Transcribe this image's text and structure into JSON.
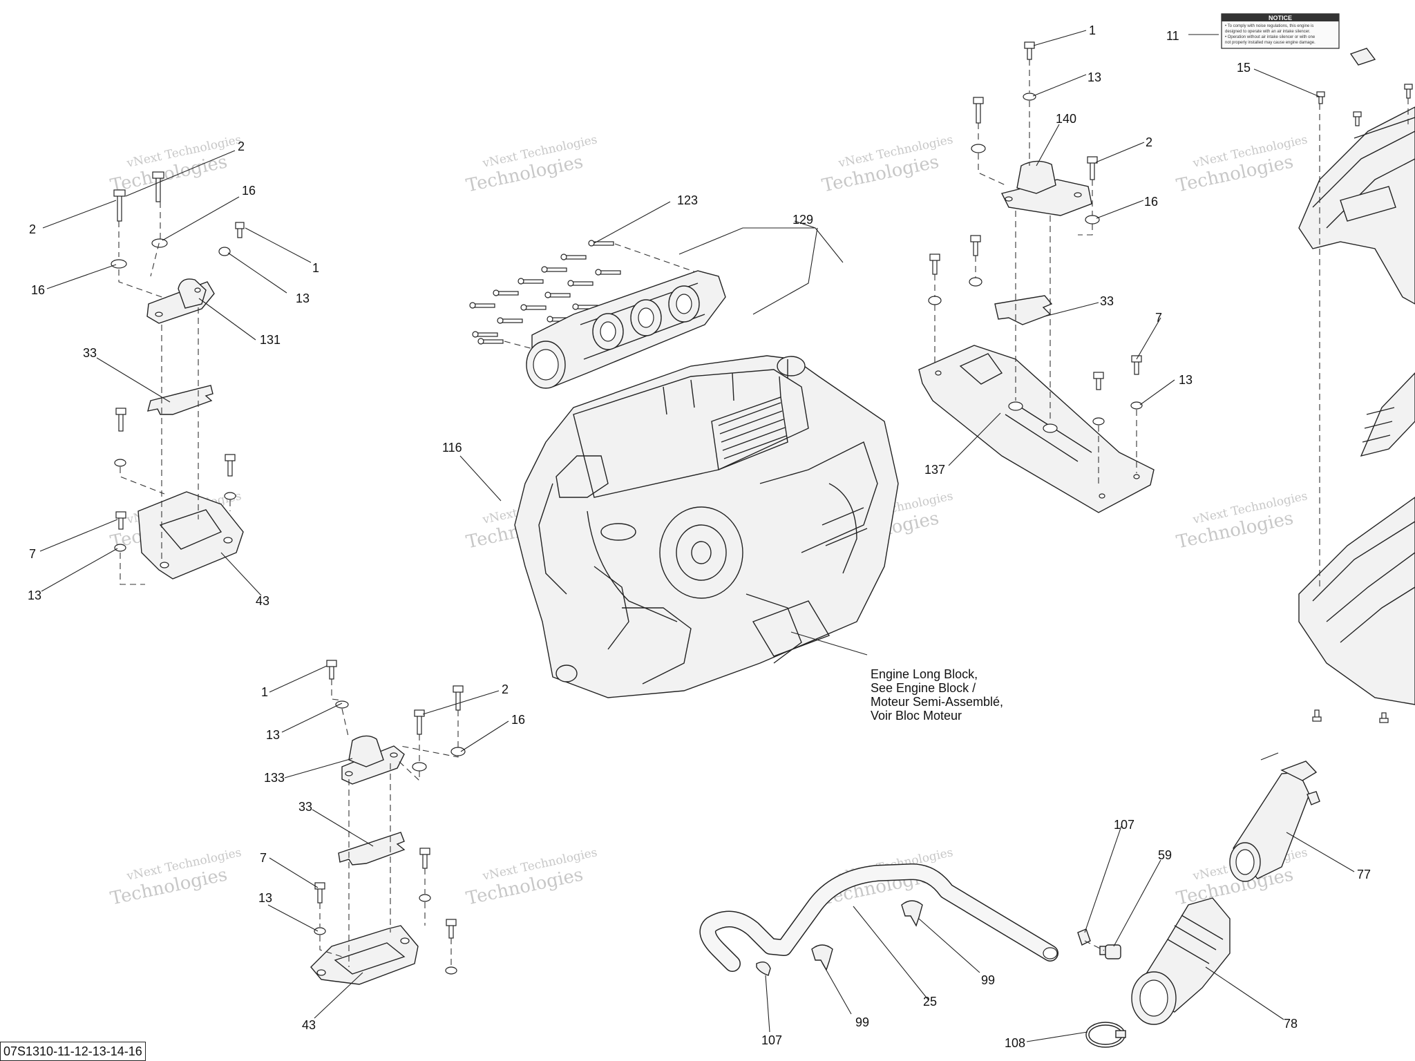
{
  "watermark": {
    "line1": "vNext Technologies",
    "line2": "Technologies"
  },
  "notice": {
    "title": "NOTICE",
    "lines": [
      "• To comply with noise regulations, this engine is",
      "designed to operate with an air intake silencer.",
      "• Operation without air intake silencer or with one",
      "not properly installed may cause engine damage."
    ]
  },
  "engine_note": [
    "Engine Long Block,",
    "See Engine Block /",
    "Moteur Semi-Assemblé,",
    "Voir Bloc Moteur"
  ],
  "reference_code": "07S1310-11-12-13-14-16",
  "callouts": {
    "c1": "2",
    "c2": "2",
    "c3": "16",
    "c4": "1",
    "c5": "16",
    "c6": "13",
    "c7": "131",
    "c8": "33",
    "c9": "7",
    "c10": "13",
    "c11": "43",
    "c12": "123",
    "c13": "129",
    "c14": "116",
    "c15": "1",
    "c16": "13",
    "c17": "140",
    "c18": "2",
    "c19": "16",
    "c20": "33",
    "c21": "7",
    "c22": "13",
    "c23": "137",
    "c24": "11",
    "c25": "15",
    "c26": "1",
    "c27": "2",
    "c28": "13",
    "c29": "16",
    "c30": "133",
    "c31": "33",
    "c32": "7",
    "c33": "13",
    "c34": "43",
    "c35": "107",
    "c36": "59",
    "c37": "77",
    "c38": "99",
    "c39": "25",
    "c40": "99",
    "c41": "107",
    "c42": "108",
    "c43": "78"
  }
}
